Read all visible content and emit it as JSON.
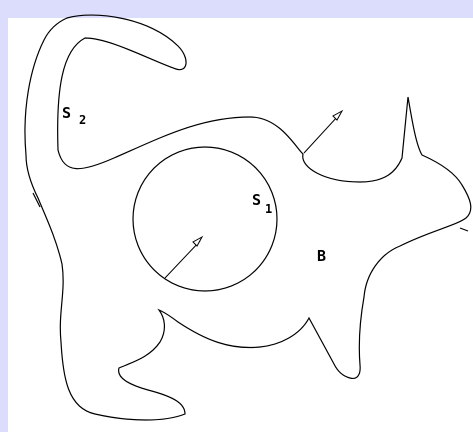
{
  "labels": {
    "s2_main": "S",
    "s2_sub": "2",
    "s1_main": "S",
    "s1_sub": "1",
    "b": "B"
  },
  "colors": {
    "outer_background": "#dcdcfc",
    "canvas": "#ffffff",
    "stroke": "#000000"
  }
}
